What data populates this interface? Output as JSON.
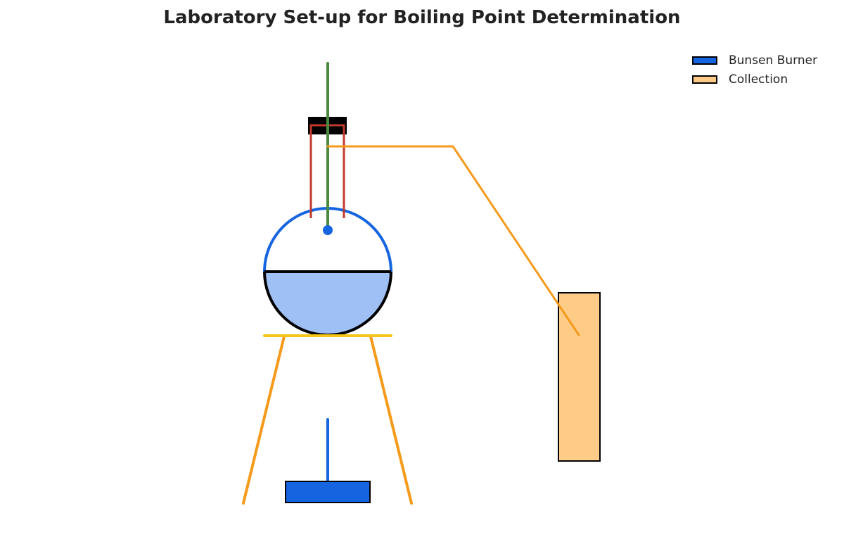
{
  "title": "Laboratory Set-up for Boiling Point Determination",
  "legend": {
    "items": [
      {
        "label": "Bunsen Burner",
        "color": "#1565e0"
      },
      {
        "label": "Collection",
        "color": "#ffcc88"
      }
    ]
  },
  "colors": {
    "flask_outline": "#1565e0",
    "liquid": "#9fc0f5",
    "thermometer": "#4a8a3c",
    "stopper": "#000000",
    "side_tube": "#c0392b",
    "condenser": "#f59a1b",
    "tripod": "#f59a1b",
    "gauze": "#f5c518",
    "burner": "#1565e0",
    "collection": "#ffcc88"
  }
}
